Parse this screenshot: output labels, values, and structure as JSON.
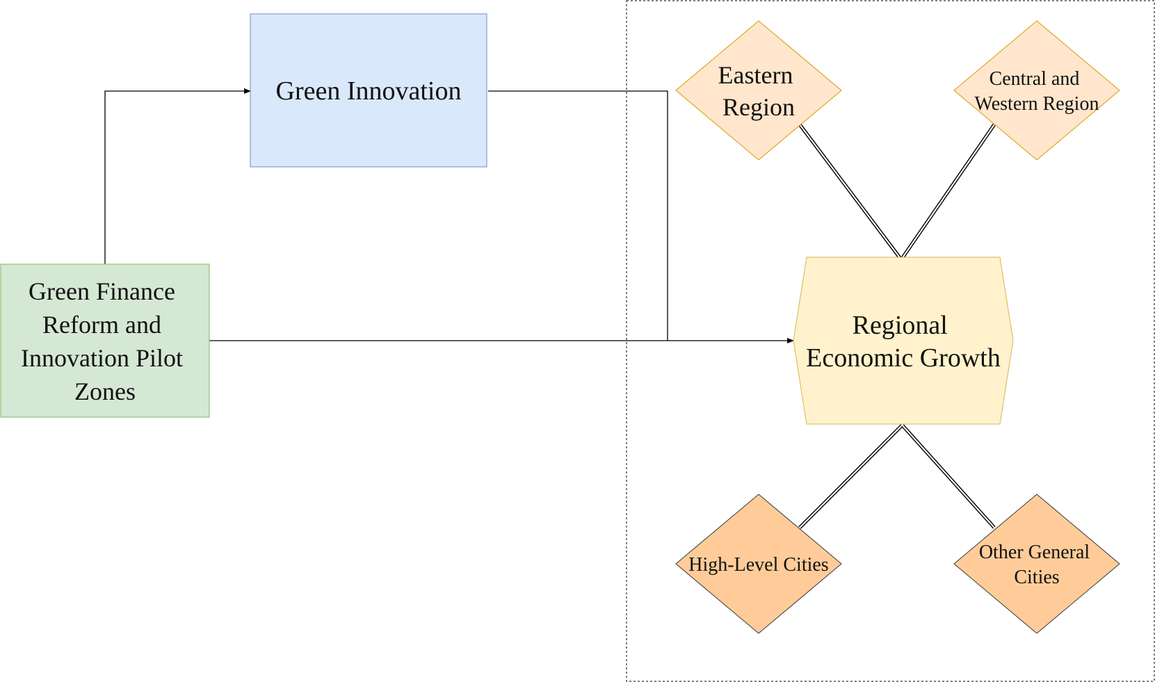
{
  "nodes": {
    "green_finance": {
      "lines": [
        "Green Finance",
        "Reform and",
        "Innovation Pilot",
        "Zones"
      ],
      "fill": "#d5e8d4",
      "stroke": "#82b366"
    },
    "green_innovation": {
      "lines": [
        "Green Innovation"
      ],
      "fill": "#dae8fc",
      "stroke": "#6c8ebf"
    },
    "regional_growth": {
      "lines": [
        "Regional",
        "Economic Growth"
      ],
      "fill": "#fff2cc",
      "stroke": "#d6b656"
    },
    "eastern_region": {
      "lines": [
        "Eastern",
        "Region"
      ],
      "fill": "#ffe6cc",
      "stroke": "#d79b00"
    },
    "central_western_region": {
      "lines": [
        "Central and",
        "Western Region"
      ],
      "fill": "#ffe6cc",
      "stroke": "#d79b00"
    },
    "high_level_cities": {
      "lines": [
        "High-Level Cities"
      ],
      "fill": "#ffcc99",
      "stroke": "#36393d"
    },
    "other_general_cities": {
      "lines": [
        "Other General",
        "Cities"
      ],
      "fill": "#ffcc99",
      "stroke": "#36393d"
    }
  },
  "edges": [
    {
      "from": "green_finance",
      "to": "green_innovation",
      "kind": "arrow"
    },
    {
      "from": "green_innovation",
      "to": "regional_growth",
      "kind": "arrow"
    },
    {
      "from": "green_finance",
      "to": "regional_growth",
      "kind": "arrow"
    },
    {
      "from": "eastern_region",
      "to": "regional_growth",
      "kind": "double-line"
    },
    {
      "from": "central_western_region",
      "to": "regional_growth",
      "kind": "double-line"
    },
    {
      "from": "high_level_cities",
      "to": "regional_growth",
      "kind": "double-line"
    },
    {
      "from": "other_general_cities",
      "to": "regional_growth",
      "kind": "double-line"
    }
  ],
  "colors": {
    "line": "#000000",
    "text": "#111111",
    "group_border": "#000000"
  }
}
